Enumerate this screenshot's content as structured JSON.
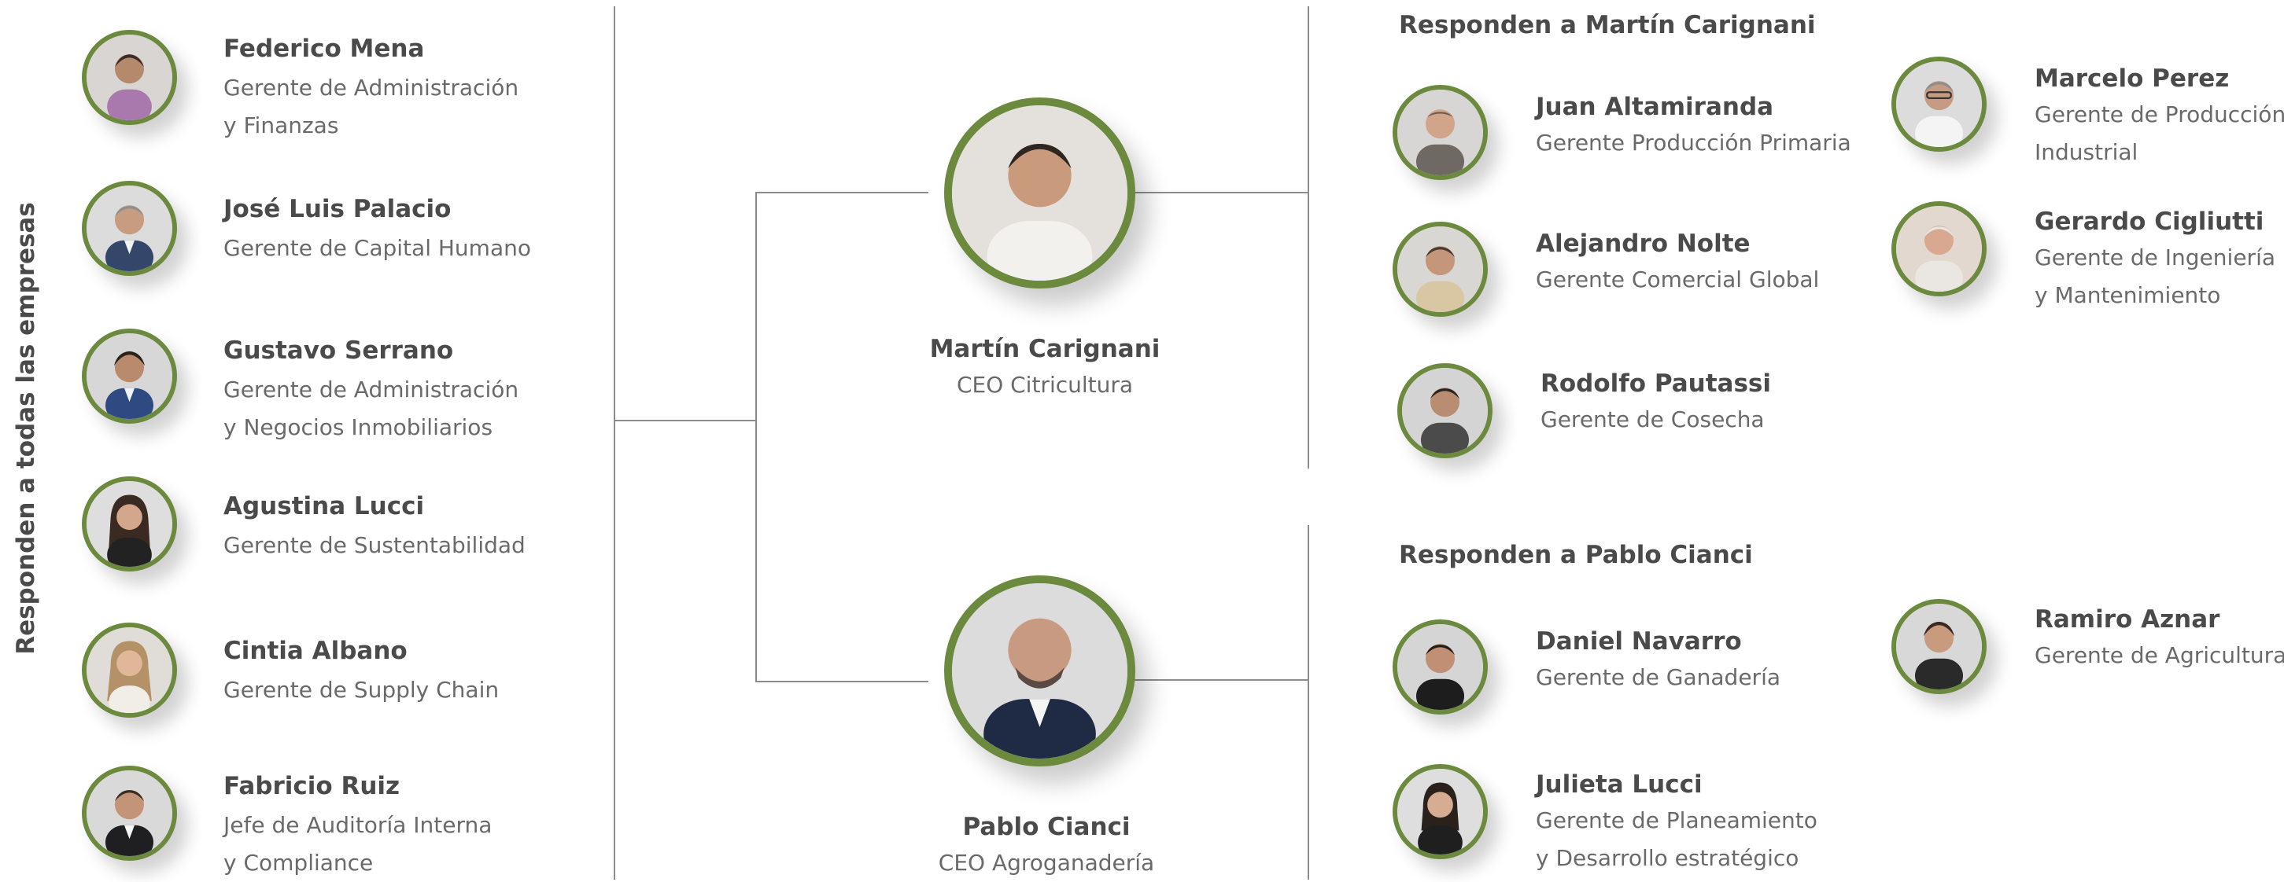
{
  "side_label": "Responden a todas las empresas",
  "left_people": [
    {
      "name": "Federico Mena",
      "role": [
        "Gerente de Administración",
        "y Finanzas"
      ]
    },
    {
      "name": "José Luis Palacio",
      "role": [
        "Gerente de Capital Humano"
      ]
    },
    {
      "name": "Gustavo Serrano",
      "role": [
        "Gerente de Administración",
        "y Negocios Inmobiliarios"
      ]
    },
    {
      "name": "Agustina Lucci",
      "role": [
        "Gerente de Sustentabilidad"
      ]
    },
    {
      "name": "Cintia Albano",
      "role": [
        "Gerente de Supply Chain"
      ]
    },
    {
      "name": "Fabricio Ruiz",
      "role": [
        "Jefe de Auditoría Interna",
        "y Compliance"
      ]
    }
  ],
  "ceos": [
    {
      "name": "Martín  Carignani",
      "role": "CEO Citricultura"
    },
    {
      "name": "Pablo Cianci",
      "role": "CEO Agroganadería"
    }
  ],
  "groups": [
    {
      "title": "Responden a Martín Carignani",
      "people": [
        {
          "name": "Juan Altamiranda",
          "role": [
            "Gerente Producción Primaria"
          ]
        },
        {
          "name": "Alejandro Nolte",
          "role": [
            "Gerente Comercial Global"
          ]
        },
        {
          "name": "Rodolfo Pautassi",
          "role": [
            "Gerente de Cosecha"
          ]
        },
        {
          "name": "Marcelo Perez",
          "role": [
            "Gerente de Producción",
            "Industrial"
          ]
        },
        {
          "name": "Gerardo Cigliutti",
          "role": [
            "Gerente de Ingeniería",
            "y Mantenimiento"
          ]
        }
      ]
    },
    {
      "title": "Responden a Pablo Cianci",
      "people": [
        {
          "name": "Daniel Navarro",
          "role": [
            "Gerente de Ganadería"
          ]
        },
        {
          "name": "Julieta Lucci",
          "role": [
            "Gerente de Planeamiento",
            "y Desarrollo estratégico"
          ]
        },
        {
          "name": "Ramiro Aznar",
          "role": [
            "Gerente de Agricultura"
          ]
        }
      ]
    }
  ],
  "colors": {
    "ring": "#6c8a3e",
    "connector": "#8c8c8c",
    "text_dark": "#4a4a4a",
    "text_light": "#6a6a6a"
  }
}
